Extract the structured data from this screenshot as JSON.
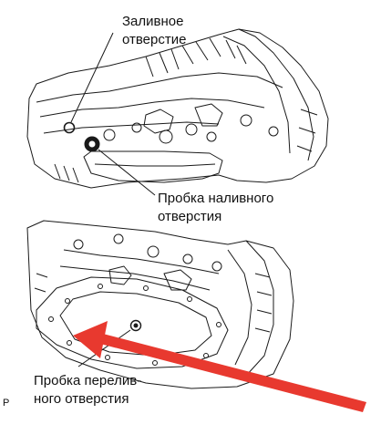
{
  "labels": {
    "fill_hole_line1": "Заливное",
    "fill_hole_line2": "отверстие",
    "fill_plug_line1": "Пробка наливного",
    "fill_plug_line2": "отверстия",
    "overflow_plug_line1": "Пробка перелив-",
    "overflow_plug_line2": "ного отверстия",
    "margin_letter": "P"
  },
  "colors": {
    "arrow": "#e8392f",
    "line": "#1a1a1a"
  }
}
